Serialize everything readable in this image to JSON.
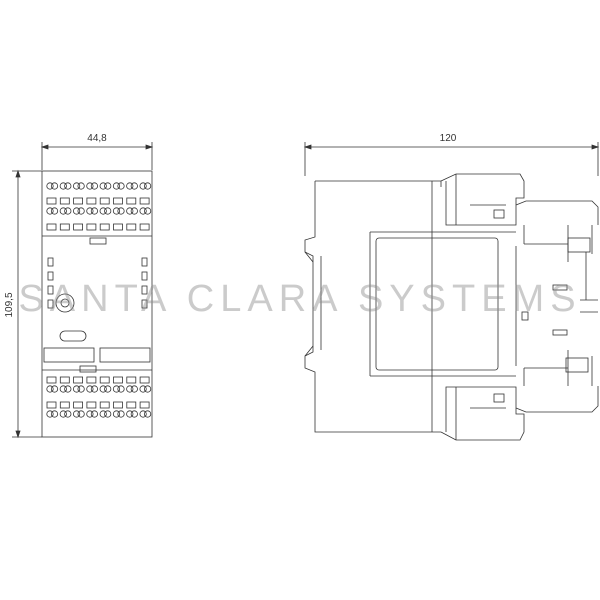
{
  "dimensions": {
    "front_width": "44,8",
    "front_height": "109,5",
    "side_width": "120"
  },
  "watermark": "SANTA CLARA SYSTEMS",
  "colors": {
    "line": "#333333",
    "watermark": "#8c8c8c"
  }
}
